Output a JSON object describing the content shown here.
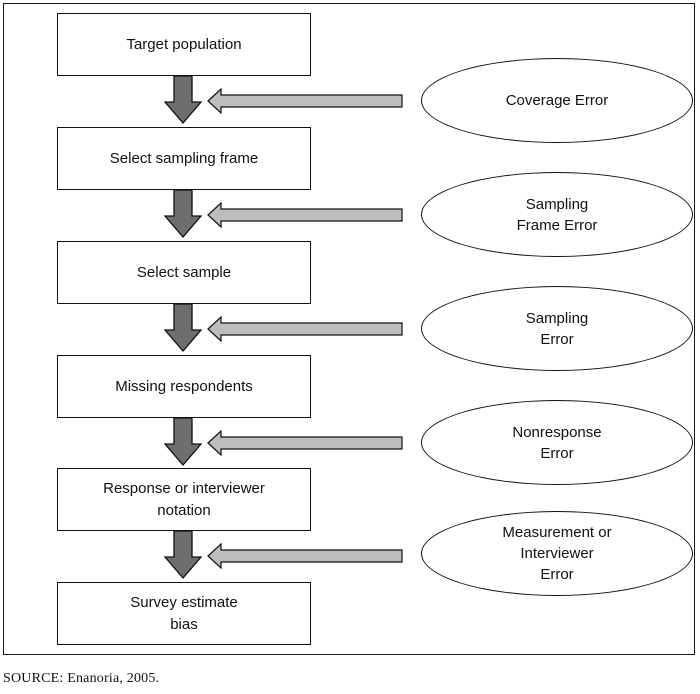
{
  "steps": [
    {
      "label": "Target population"
    },
    {
      "label": "Select sampling frame"
    },
    {
      "label": "Select sample"
    },
    {
      "label": "Missing respondents"
    },
    {
      "label": "Response or interviewer\nnotation"
    },
    {
      "label": "Survey estimate\nbias"
    }
  ],
  "errors": [
    {
      "label": "Coverage Error"
    },
    {
      "label": "Sampling\nFrame Error"
    },
    {
      "label": "Sampling\nError"
    },
    {
      "label": "Nonresponse\nError"
    },
    {
      "label": "Measurement or\nInterviewer\nError"
    }
  ],
  "source": "SOURCE: Enanoria, 2005.",
  "colors": {
    "arrow_fill_dark": "#6e6e6e",
    "arrow_fill_light": "#bdbdbd",
    "stroke": "#111111"
  }
}
